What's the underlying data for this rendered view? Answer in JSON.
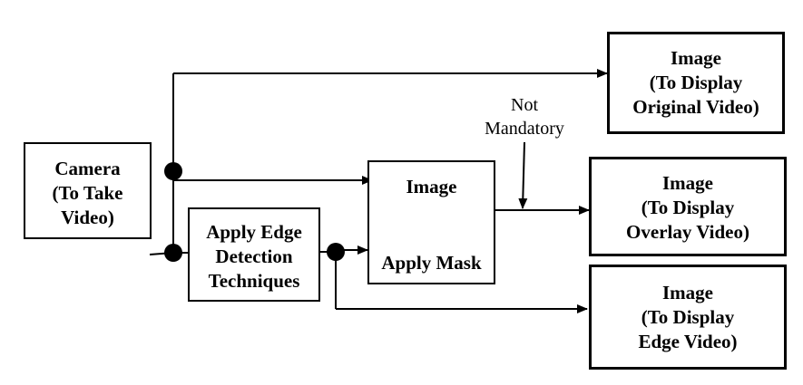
{
  "nodes": {
    "camera": {
      "lines": [
        "Camera",
        "(To Take",
        "Video)"
      ]
    },
    "edge_detection": {
      "lines": [
        "Apply Edge",
        "Detection",
        "Techniques"
      ]
    },
    "mask": {
      "title": "Image",
      "subtitle": "Apply Mask"
    },
    "original": {
      "lines": [
        "Image",
        "(To Display",
        "Original Video)"
      ]
    },
    "overlay": {
      "lines": [
        "Image",
        "(To Display",
        "Overlay Video)"
      ]
    },
    "edge_video": {
      "lines": [
        "Image",
        "(To Display",
        "Edge Video)"
      ]
    }
  },
  "annotation": {
    "lines": [
      "Not",
      "Mandatory"
    ]
  }
}
